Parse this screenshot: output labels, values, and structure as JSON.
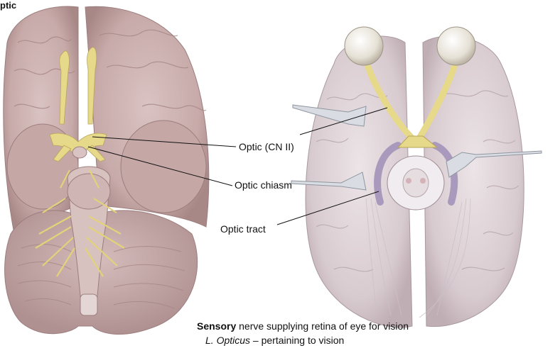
{
  "slide": {
    "title": "ptic"
  },
  "labels": {
    "optic_cn2": "Optic (CN II)",
    "optic_chiasm": "Optic chiasm",
    "optic_tract": "Optic tract"
  },
  "caption": {
    "line1_bold": "Sensory",
    "line1_rest": " nerve supplying retina of eye for vision",
    "line2_italic": "L. Opticus",
    "line2_rest": " – pertaining to vision"
  },
  "colors": {
    "brain_tissue": "#cdb4b4",
    "brain_tissue_right": "#ddd2d6",
    "nerve_yellow": "#e6d98a",
    "optic_tract_purple": "#a99abd",
    "eyeball": "#ece8df"
  }
}
